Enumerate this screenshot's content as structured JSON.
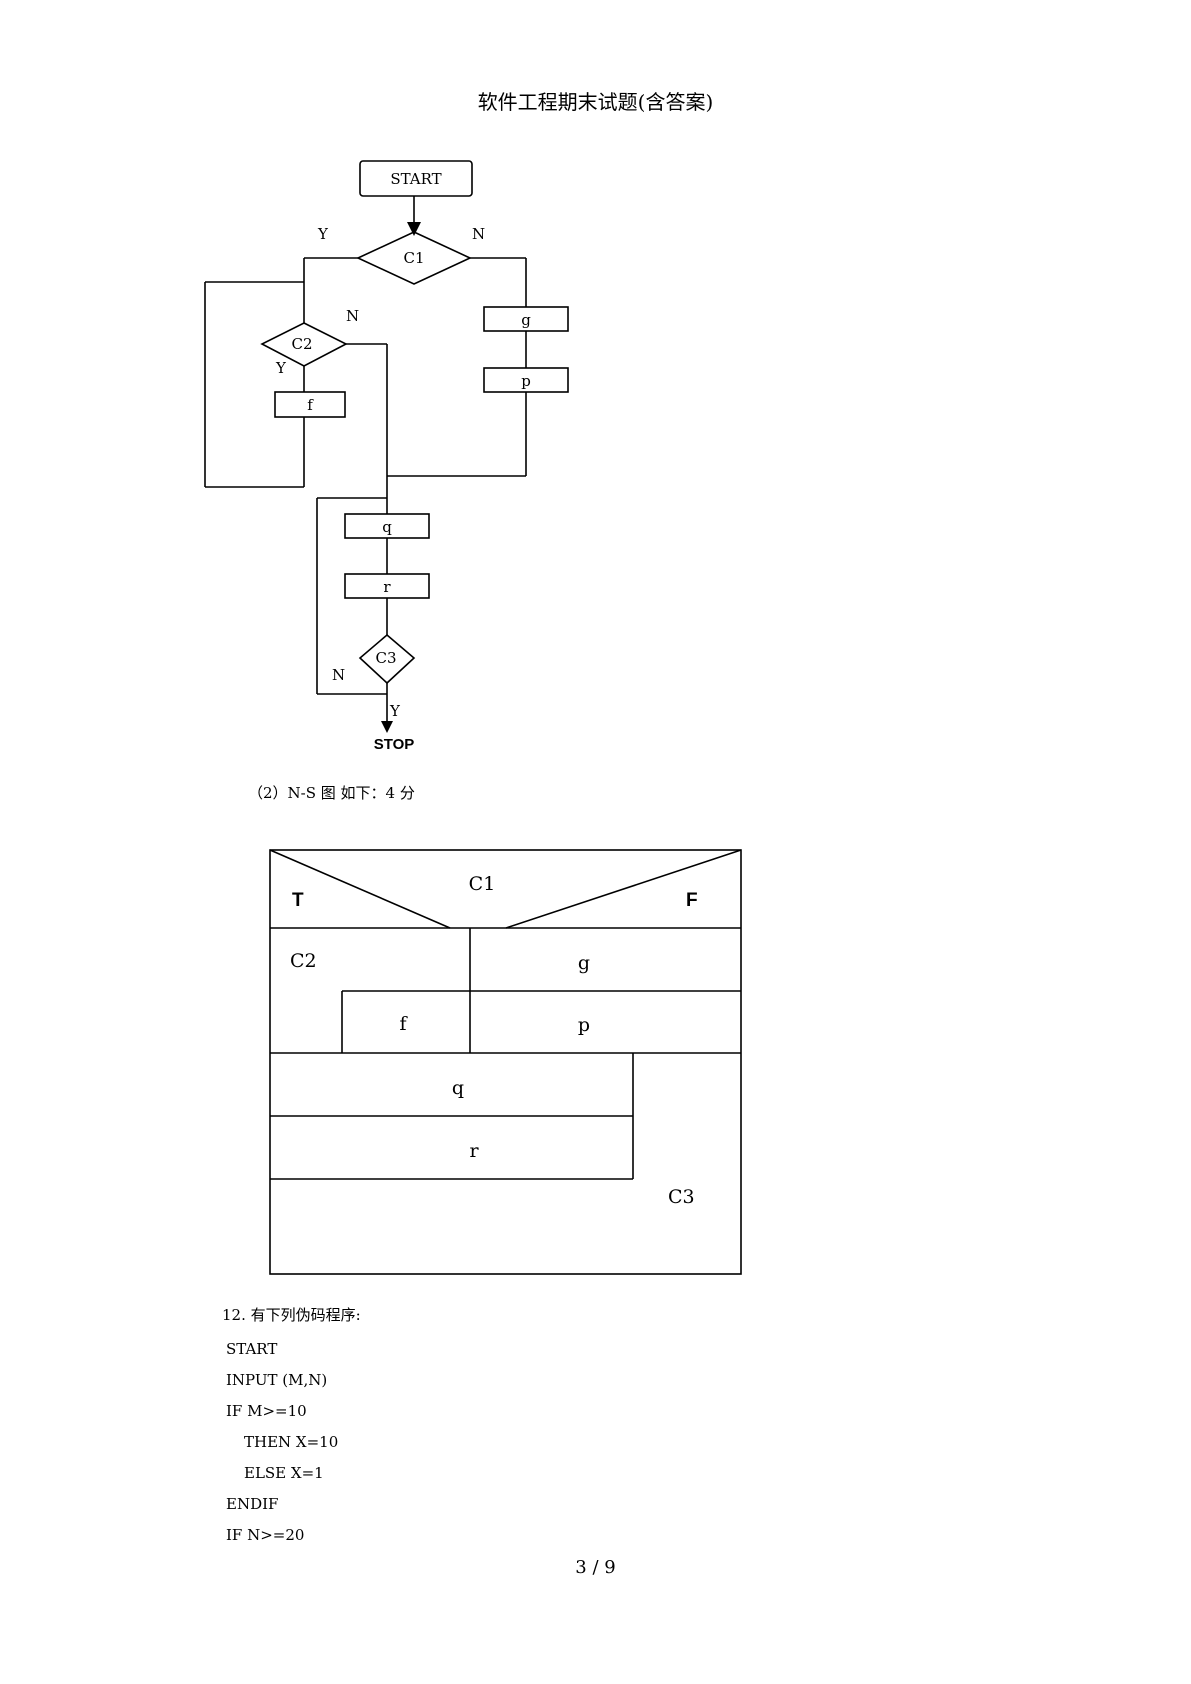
{
  "header": {
    "title": "软件工程期末试题(含答案)"
  },
  "flowchart": {
    "start": "START",
    "stop": "STOP",
    "c1": "C1",
    "c2": "C2",
    "c3": "C3",
    "g": "g",
    "p": "p",
    "f": "f",
    "q": "q",
    "r": "r",
    "yes": "Y",
    "no": "N"
  },
  "ns_caption": "（2）N-S 图  如下：4 分",
  "ns": {
    "c1": "C1",
    "t": "T",
    "f_label": "F",
    "c2": "C2",
    "g": "g",
    "f": "f",
    "p": "p",
    "q": "q",
    "r": "r",
    "c3": "C3"
  },
  "question": "12.  有下列伪码程序:",
  "code_lines": [
    "START",
    "INPUT (M,N)",
    "IF M>=10",
    "THEN X=10",
    "ELSE X=1",
    "ENDIF",
    "IF N>=20"
  ],
  "page_number": "3 / 9"
}
